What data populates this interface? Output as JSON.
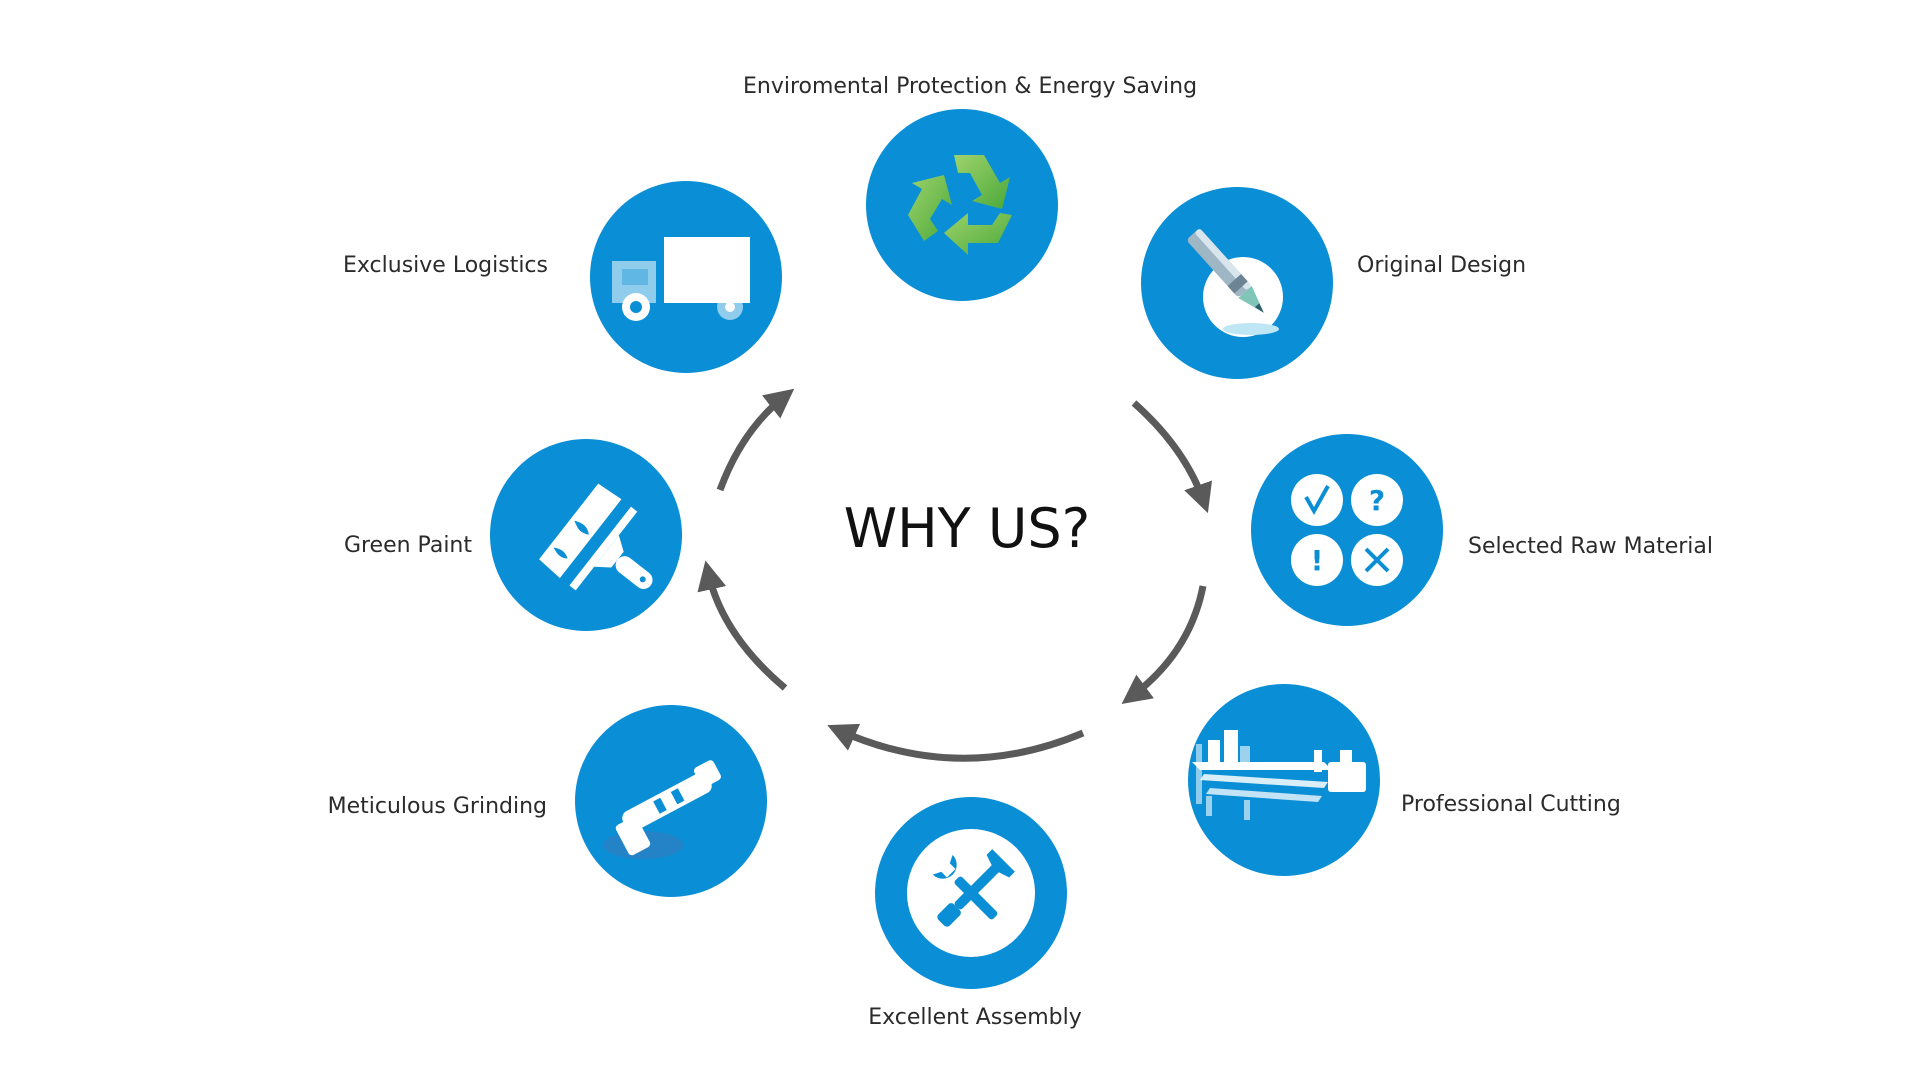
{
  "title": "WHY US?",
  "colors": {
    "circle_blue": "#0a8fd6",
    "arrow_gray": "#5a5a5a",
    "recycle_green": "#6fbf4a",
    "icon_white": "#ffffff"
  },
  "steps": [
    {
      "label": "Enviromental Protection & Energy Saving",
      "icon": "recycle-icon"
    },
    {
      "label": "Original Design",
      "icon": "pen-icon"
    },
    {
      "label": "Selected Raw Material",
      "icon": "checklist-icon"
    },
    {
      "label": "Professional Cutting",
      "icon": "cutting-machine-icon"
    },
    {
      "label": "Excellent Assembly",
      "icon": "tools-icon"
    },
    {
      "label": "Meticulous Grinding",
      "icon": "grinder-icon"
    },
    {
      "label": "Green Paint",
      "icon": "paint-brush-icon"
    },
    {
      "label": "Exclusive Logistics",
      "icon": "truck-icon"
    }
  ]
}
